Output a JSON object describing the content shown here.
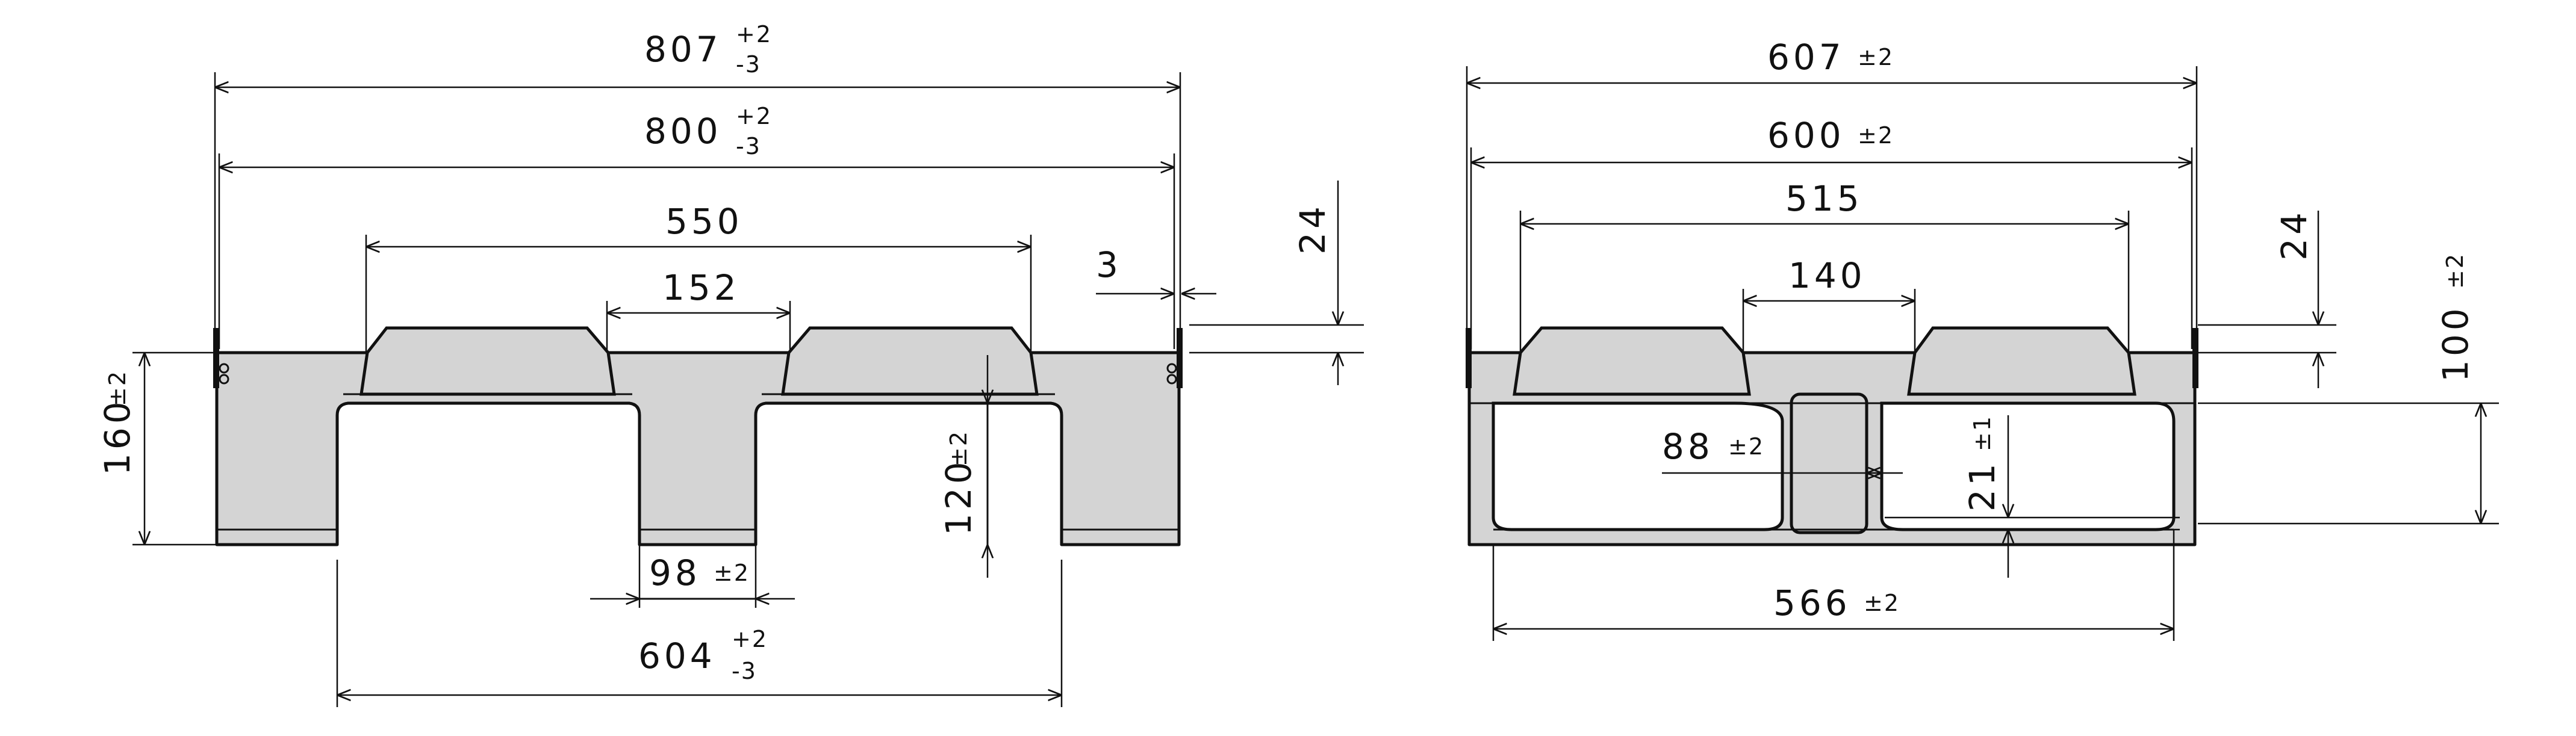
{
  "left_view": {
    "dims": {
      "overall_807": {
        "value": "807",
        "tol_upper": "+2",
        "tol_lower": "-3"
      },
      "overall_800": {
        "value": "800",
        "tol_upper": "+2",
        "tol_lower": "-3"
      },
      "span_550": {
        "value": "550"
      },
      "gap_152": {
        "value": "152"
      },
      "edge_3": {
        "value": "3"
      },
      "deck_24": {
        "value": "24"
      },
      "height_160": {
        "value": "160",
        "tol": "±2"
      },
      "clear_120": {
        "value": "120",
        "tol": "±2"
      },
      "foot_98": {
        "value": "98",
        "tol": "±2"
      },
      "base_604": {
        "value": "604",
        "tol_upper": "+2",
        "tol_lower": "-3"
      }
    }
  },
  "right_view": {
    "dims": {
      "overall_607": {
        "value": "607",
        "tol": "±2"
      },
      "overall_600": {
        "value": "600",
        "tol": "±2"
      },
      "span_515": {
        "value": "515"
      },
      "gap_140": {
        "value": "140"
      },
      "deck_24": {
        "value": "24"
      },
      "height_100": {
        "value": "100",
        "tol": "±2"
      },
      "inner_88": {
        "value": "88",
        "tol": "±2"
      },
      "runner_21": {
        "value": "21",
        "tol": "±1"
      },
      "base_566": {
        "value": "566",
        "tol": "±2"
      }
    }
  }
}
